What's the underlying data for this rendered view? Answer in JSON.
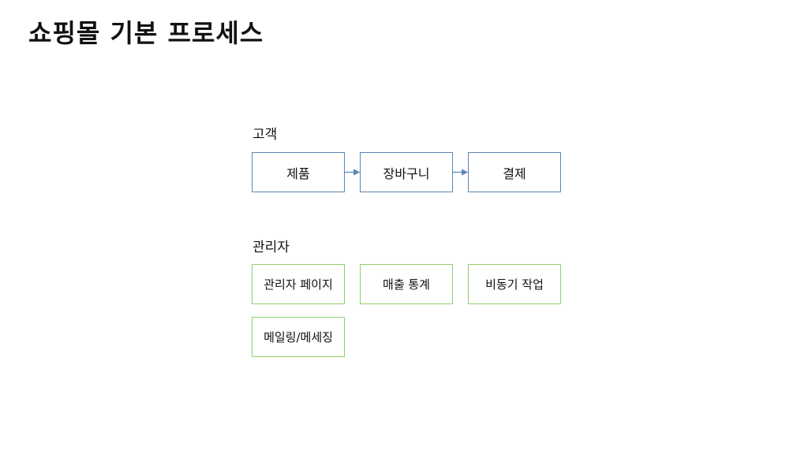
{
  "title": "쇼핑몰 기본 프로세스",
  "sections": {
    "customer": {
      "label": "고객",
      "steps": [
        "제품",
        "장바구니",
        "결제"
      ]
    },
    "admin": {
      "label": "관리자",
      "items": [
        "관리자 페이지",
        "매출 통계",
        "비동기 작업",
        "메일링/메세징"
      ]
    }
  },
  "colors": {
    "customer_border": "#5b86b5",
    "admin_border": "#8fcf6a",
    "arrow": "#5b86b5"
  }
}
